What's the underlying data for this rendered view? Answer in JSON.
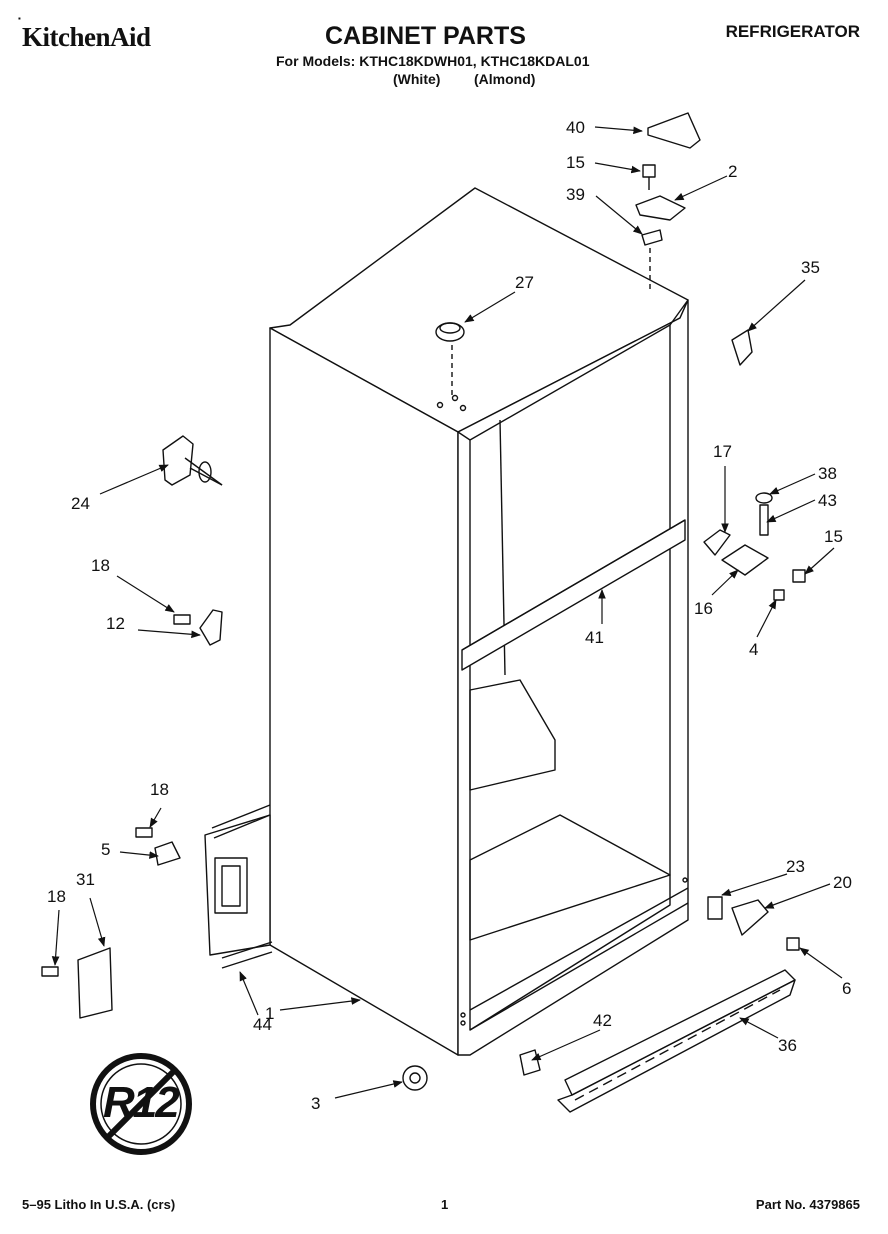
{
  "header": {
    "brand": "KitchenAid",
    "brand_mark": "®",
    "title": "CABINET PARTS",
    "category": "REFRIGERATOR",
    "models_line": "For Models: KTHC18KDWH01, KTHC18KDAL01",
    "variant_white": "(White)",
    "variant_almond": "(Almond)"
  },
  "callouts": [
    "40",
    "15",
    "2",
    "39",
    "35",
    "27",
    "24",
    "17",
    "38",
    "43",
    "15",
    "18",
    "12",
    "16",
    "41",
    "4",
    "18",
    "5",
    "31",
    "18",
    "23",
    "20",
    "6",
    "1",
    "44",
    "42",
    "36",
    "3"
  ],
  "badge": {
    "text": "R12"
  },
  "footer": {
    "left": "5–95 Litho In U.S.A. (crs)",
    "center": "1",
    "right": "Part No. 4379865"
  }
}
